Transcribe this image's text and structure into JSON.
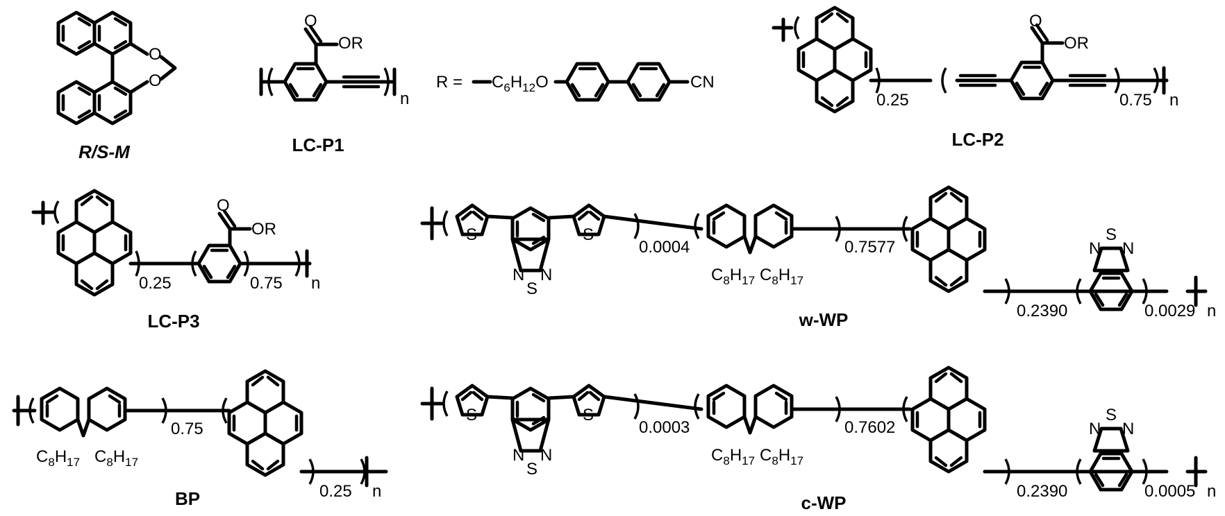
{
  "structures": {
    "rsm": {
      "label": "R/S-M",
      "o1": "O",
      "o2": "O"
    },
    "lcp1": {
      "label": "LC-P1",
      "or": "OR",
      "o": "O",
      "n": "n"
    },
    "rdef": {
      "r": "R =",
      "chain": "C6H12O",
      "cn": "CN"
    },
    "lcp2": {
      "label": "LC-P2",
      "x1": "0.25",
      "x2": "0.75",
      "or": "OR",
      "o": "O",
      "n": "n"
    },
    "lcp3": {
      "label": "LC-P3",
      "x1": "0.25",
      "x2": "0.75",
      "or": "OR",
      "o": "O",
      "n": "n"
    },
    "wwp": {
      "label": "w-WP",
      "x1": "0.0004",
      "x2": "0.7577",
      "x3": "0.2390",
      "x4": "0.0029",
      "c8": "C8H17",
      "s": "S",
      "n_atom": "N",
      "n": "n"
    },
    "bp": {
      "label": "BP",
      "x1": "0.75",
      "x2": "0.25",
      "c8": "C8H17",
      "n": "n"
    },
    "cwp": {
      "label": "c-WP",
      "x1": "0.0003",
      "x2": "0.7602",
      "x3": "0.2390",
      "x4": "0.0005",
      "c8": "C8H17",
      "s": "S",
      "n_atom": "N",
      "n": "n"
    }
  }
}
